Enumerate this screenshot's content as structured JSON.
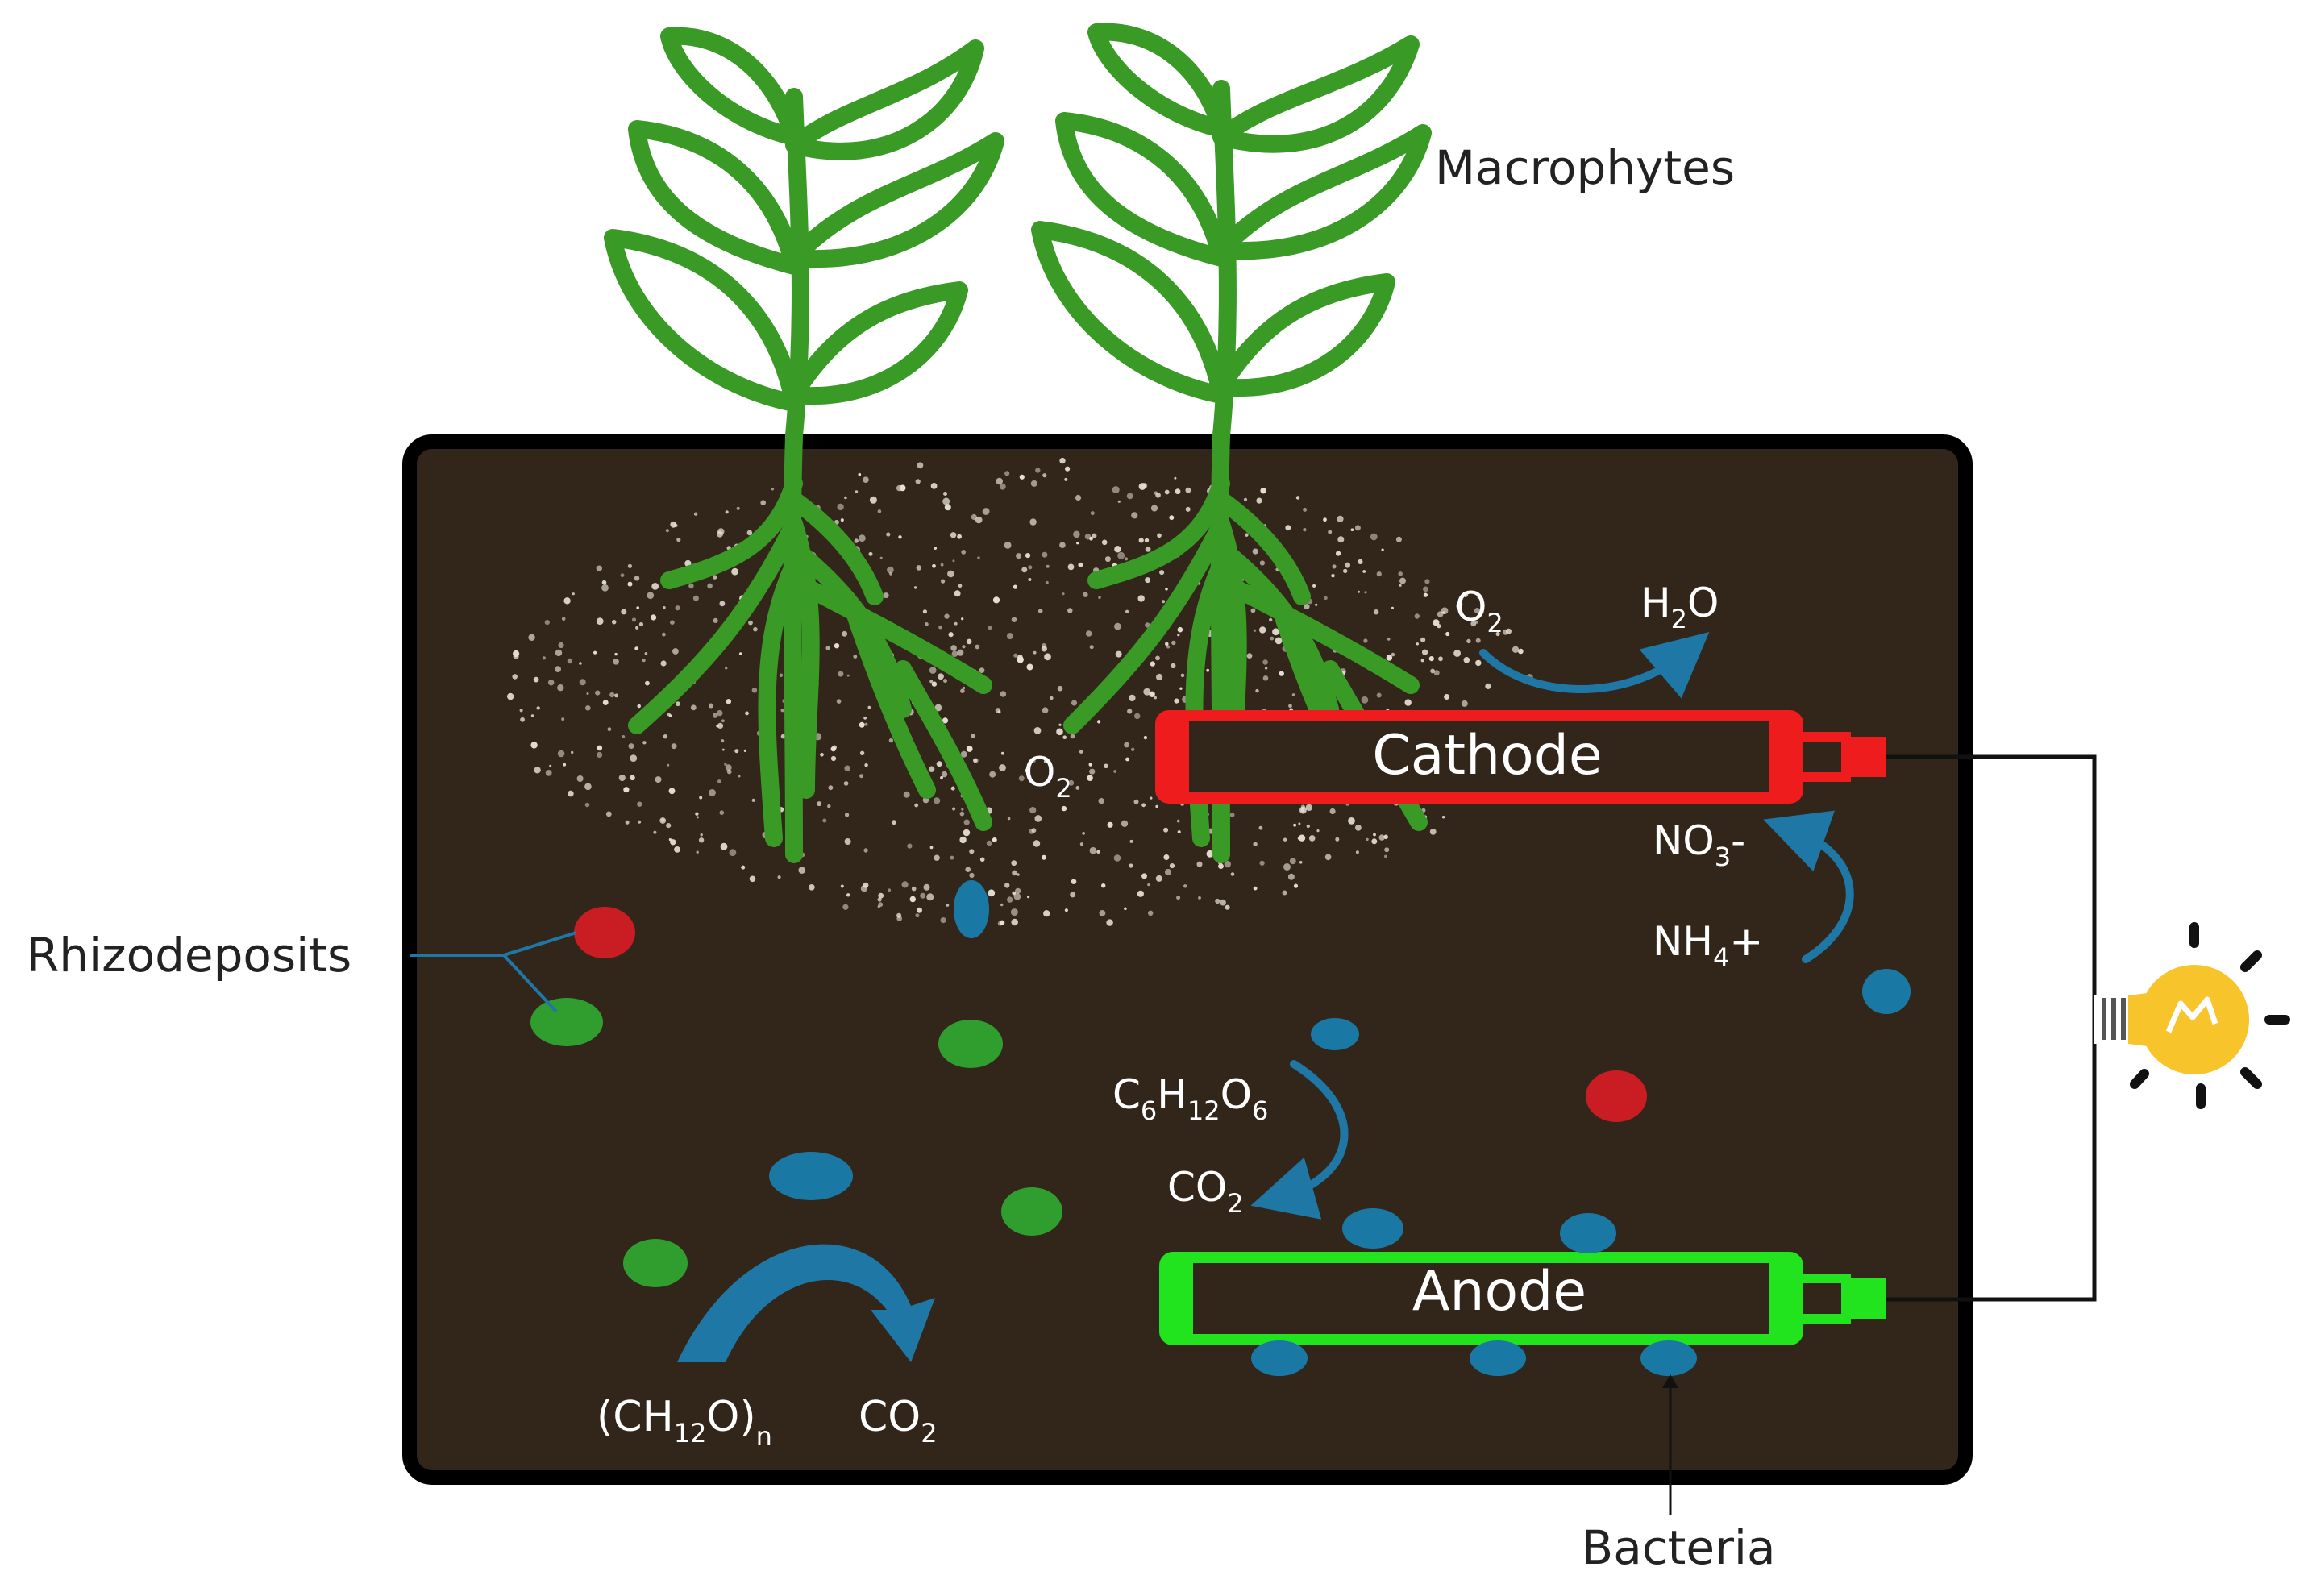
{
  "labels": {
    "macrophytes": "Macrophytes",
    "rhizodeposits": "Rhizodeposits",
    "bacteria": "Bacteria",
    "cathode": "Cathode",
    "anode": "Anode"
  },
  "formulas": {
    "o2_roots": {
      "main": "O",
      "sub": "2"
    },
    "o2_cathode": {
      "main": "O",
      "sub": "2"
    },
    "h2o": {
      "pre": "H",
      "sub": "2",
      "post": "O"
    },
    "no3": {
      "pre": "NO",
      "sub": "3",
      "post": "-"
    },
    "nh4": {
      "pre": "NH",
      "sub": "4",
      "post": "+"
    },
    "glucose": {
      "a": "C",
      "as": "6",
      "b": "H",
      "bs": "12",
      "c": "O",
      "cs": "6"
    },
    "co2_mid": {
      "main": "CO",
      "sub": "2"
    },
    "ch2o": {
      "pre": "(CH",
      "sub": "12",
      "post": "O)",
      "post_sub": "n"
    },
    "co2_left": {
      "main": "CO",
      "sub": "2"
    }
  },
  "colors": {
    "soil": "#32261b",
    "plant": "#3a9a26",
    "cathode": "#ee1c1c",
    "anode": "#22e41e",
    "arrow": "#1f77a5",
    "bulb": "#f7c42b",
    "red_particle": "#c91d23",
    "green_particle": "#2f9e2e",
    "blue_particle": "#1a79a4"
  },
  "icons": [
    "plant-icon",
    "light-bulb-icon",
    "curved-arrow-icon"
  ]
}
